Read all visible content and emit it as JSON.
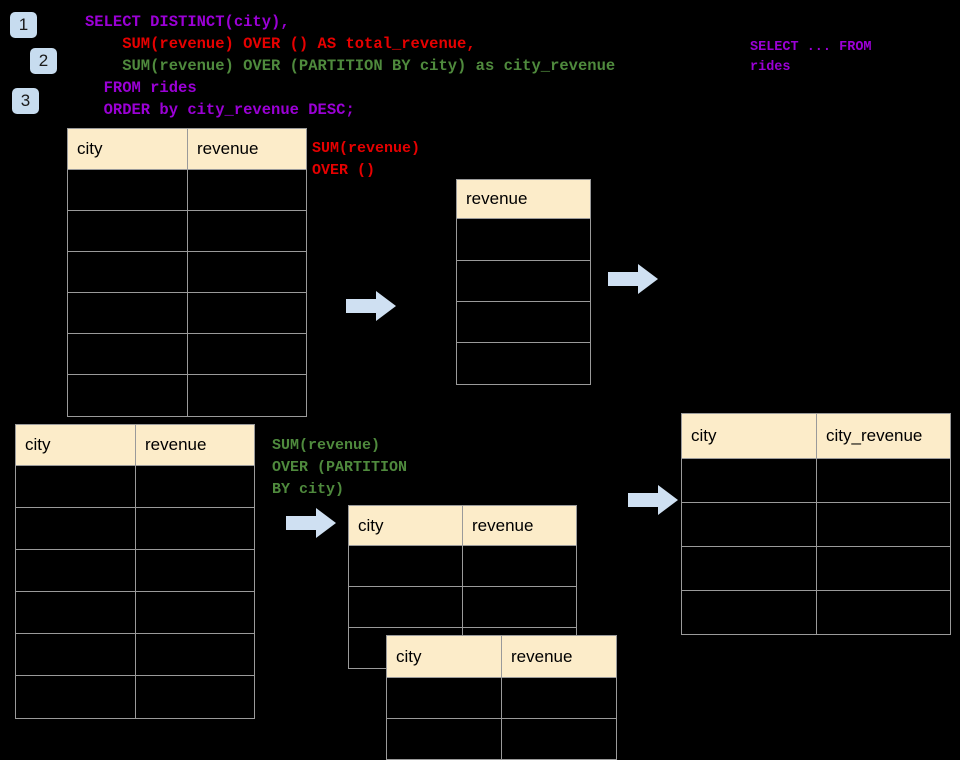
{
  "background_color": "#000000",
  "badges": [
    {
      "label": "1"
    },
    {
      "label": "2"
    },
    {
      "label": "3"
    }
  ],
  "sql": {
    "line1": "SELECT DISTINCT(city),",
    "line2": "    SUM(revenue) OVER () AS total_revenue,",
    "line3": "    SUM(revenue) OVER (PARTITION BY city) as city_revenue",
    "line4": "  FROM rides",
    "line5": "  ORDER by city_revenue DESC;",
    "side_line1": "SELECT ... FROM",
    "side_line2": "rides",
    "colors": {
      "keyword_purple": "#9b00d6",
      "total_revenue_red": "#e60000",
      "city_revenue_green": "#4f8a3d"
    }
  },
  "annotations": {
    "total_revenue": {
      "line1": "SUM(revenue)",
      "line2": "OVER ()",
      "color": "#e60000"
    },
    "city_revenue": {
      "line1": "SUM(revenue)",
      "line2": "OVER (PARTITION",
      "line3": "BY city)",
      "color": "#4f8a3d"
    }
  },
  "tables": {
    "source_top": {
      "name": "rides-source-top",
      "headers": [
        "city",
        "revenue"
      ],
      "row_count": 6,
      "rows": [
        [
          "",
          ""
        ],
        [
          "",
          ""
        ],
        [
          "",
          ""
        ],
        [
          "",
          ""
        ],
        [
          "",
          ""
        ],
        [
          "",
          ""
        ]
      ]
    },
    "total_revenue": {
      "name": "total-revenue-result",
      "headers": [
        "revenue"
      ],
      "row_count": 4,
      "rows": [
        [
          ""
        ],
        [
          ""
        ],
        [
          ""
        ],
        [
          ""
        ]
      ]
    },
    "source_bottom": {
      "name": "rides-source-bottom",
      "headers": [
        "city",
        "revenue"
      ],
      "row_count": 6,
      "rows": [
        [
          "",
          ""
        ],
        [
          "",
          ""
        ],
        [
          "",
          ""
        ],
        [
          "",
          ""
        ],
        [
          "",
          ""
        ],
        [
          "",
          ""
        ]
      ]
    },
    "partition_back": {
      "name": "partition-group-back",
      "headers": [
        "city",
        "revenue"
      ],
      "row_count": 3,
      "rows": [
        [
          "",
          ""
        ],
        [
          "",
          ""
        ],
        [
          "",
          ""
        ]
      ]
    },
    "partition_front": {
      "name": "partition-group-front",
      "headers": [
        "city",
        "revenue"
      ],
      "row_count": 2,
      "rows": [
        [
          "",
          ""
        ],
        [
          "",
          ""
        ]
      ]
    },
    "final_result": {
      "name": "final-result",
      "headers": [
        "city",
        "city_revenue"
      ],
      "row_count": 4,
      "rows": [
        [
          "",
          ""
        ],
        [
          "",
          ""
        ],
        [
          "",
          ""
        ],
        [
          "",
          ""
        ]
      ]
    }
  },
  "arrows": {
    "count": 4,
    "color": "#cfe0f2",
    "labels": [
      "arrow-source-to-total",
      "arrow-total-to-final",
      "arrow-source-to-partition",
      "arrow-partition-to-final"
    ]
  },
  "header_bg": "#fcecc9",
  "grid_color": "#9a9a9a"
}
